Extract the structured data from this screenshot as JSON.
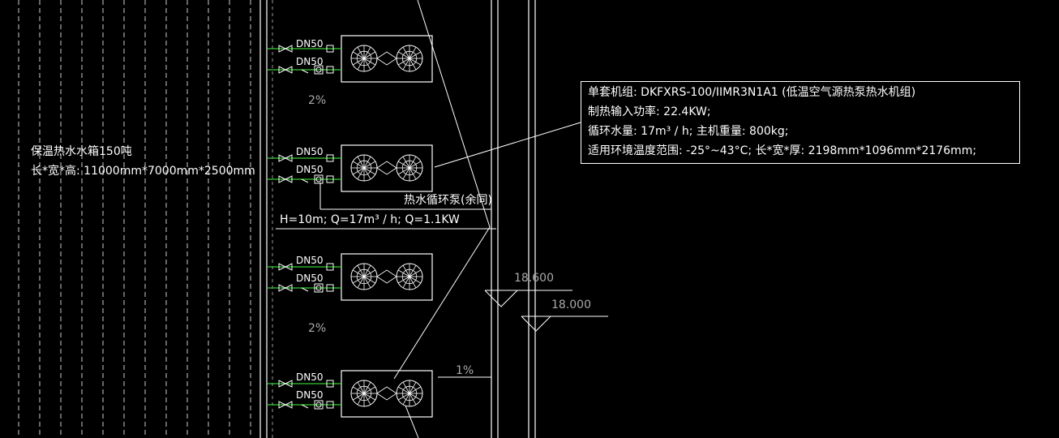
{
  "tank": {
    "name": "保温热水水箱150吨",
    "dims": "长*宽*高: 11000mm*7000mm*2500mm"
  },
  "pipes": {
    "dn_label": "DN50",
    "slope_2": "2%",
    "slope_1": "1%"
  },
  "pump": {
    "title": "热水循环泵(余同)",
    "spec": "H=10m; Q=17m³ / h; Q=1.1KW"
  },
  "levels": {
    "upper": "18.600",
    "lower": "18.000"
  },
  "note": {
    "line1": "单套机组: DKFXRS-100/IIMR3N1A1 (低温空气源热泵热水机组)",
    "line2": "制热输入功率: 22.4KW;",
    "line3": "循环水量: 17m³ / h; 主机重量: 800kg;",
    "line4": "适用环境温度范围: -25°~43°C; 长*宽*厚: 2198mm*1096mm*2176mm;"
  },
  "colors": {
    "background": "#000000",
    "lines": "#ffffff",
    "pipe": "#33cc33",
    "hatch": "#cccccc"
  }
}
